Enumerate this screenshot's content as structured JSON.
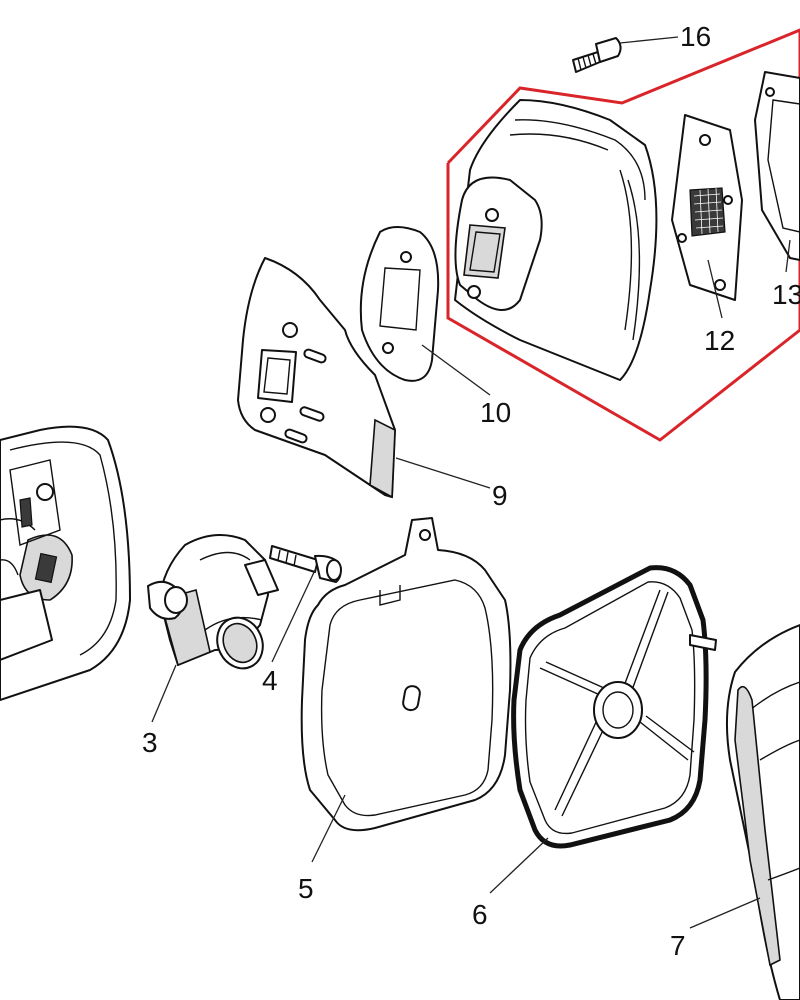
{
  "diagram": {
    "callouts": [
      "16",
      "13",
      "12",
      "10",
      "9",
      "4",
      "3",
      "5",
      "6",
      "7"
    ],
    "highlight_color": "#d9252a"
  }
}
